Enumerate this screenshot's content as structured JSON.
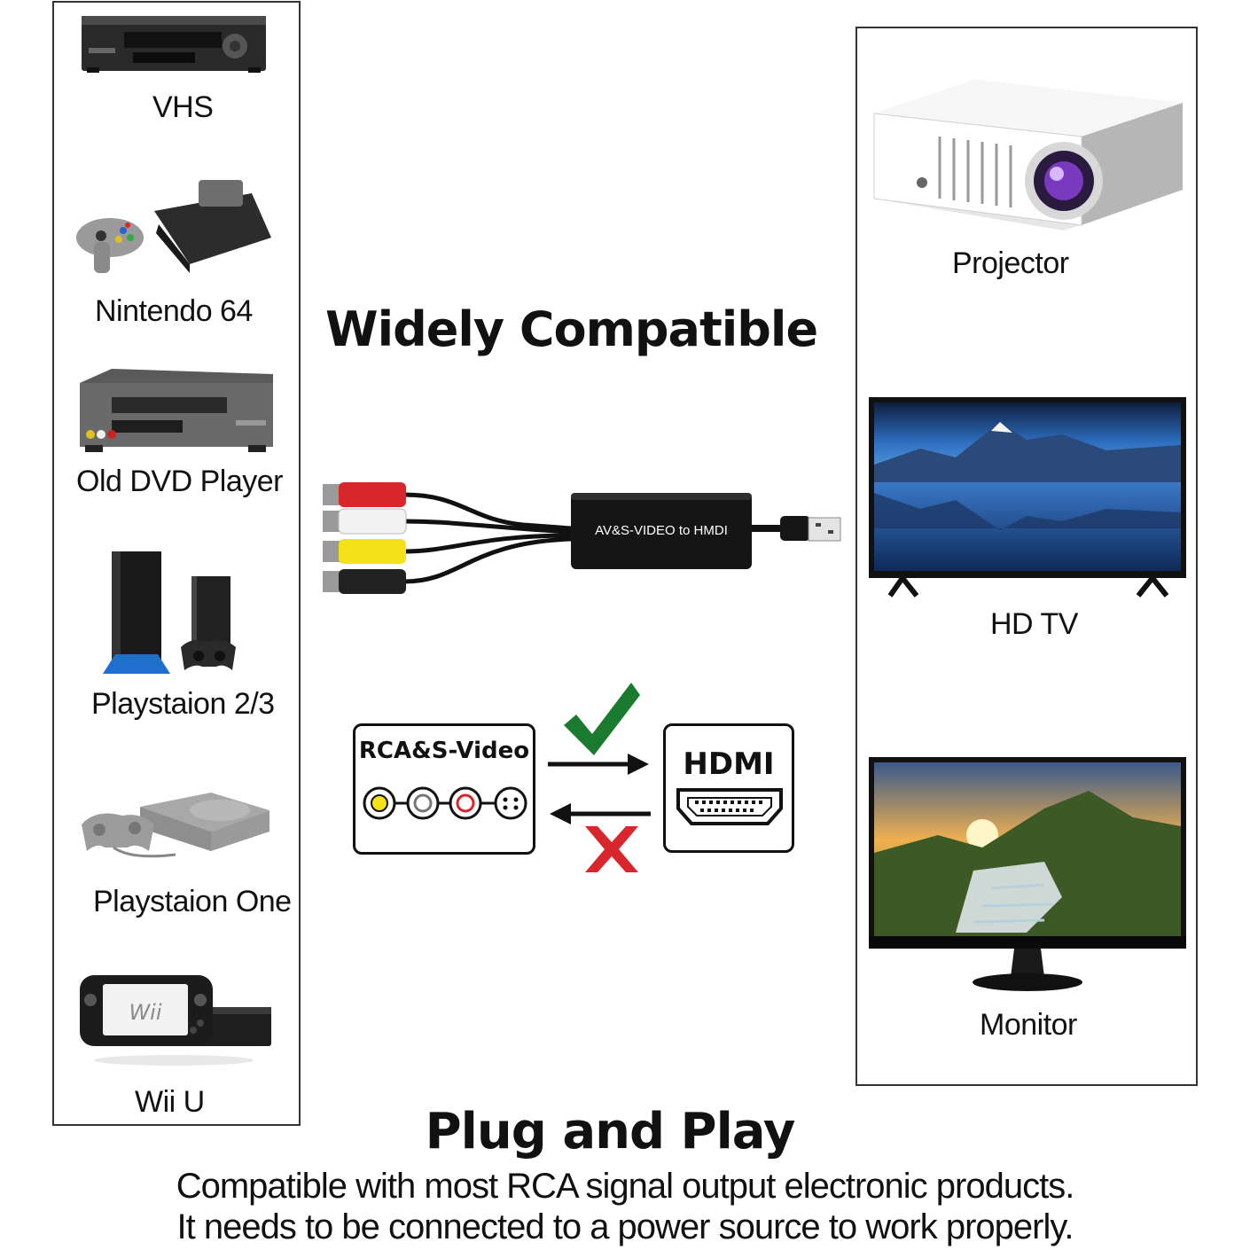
{
  "headline_top": "Widely Compatible",
  "headline_bottom": "Plug and Play",
  "description": {
    "line1": "Compatible with most RCA signal output electronic products.",
    "line2": "It needs to be connected to a power source to work properly."
  },
  "source_devices": [
    {
      "label": "VHS",
      "icon": "vhs-player-icon"
    },
    {
      "label": "Nintendo 64",
      "icon": "n64-console-icon"
    },
    {
      "label": "Old DVD Player",
      "icon": "dvd-player-icon"
    },
    {
      "label": "Playstaion 2/3",
      "icon": "ps2-console-icon"
    },
    {
      "label": "Playstaion One",
      "icon": "ps1-console-icon"
    },
    {
      "label": "Wii U",
      "icon": "wiiu-console-icon"
    }
  ],
  "output_devices": [
    {
      "label": "Projector",
      "icon": "projector-icon"
    },
    {
      "label": "HD TV",
      "icon": "tv-icon"
    },
    {
      "label": "Monitor",
      "icon": "monitor-icon"
    }
  ],
  "adapter": {
    "label": "AV&S-VIDEO to HMDI",
    "plug_colors": [
      "#d9262b",
      "#f2f2f2",
      "#f5e11a",
      "#222222"
    ]
  },
  "conversion": {
    "input_label": "RCA&S-Video",
    "output_label": "HDMI",
    "check_color": "#1a7a2e",
    "cross_color": "#d8262c"
  },
  "brand_marks": {
    "wii": "Wii"
  }
}
